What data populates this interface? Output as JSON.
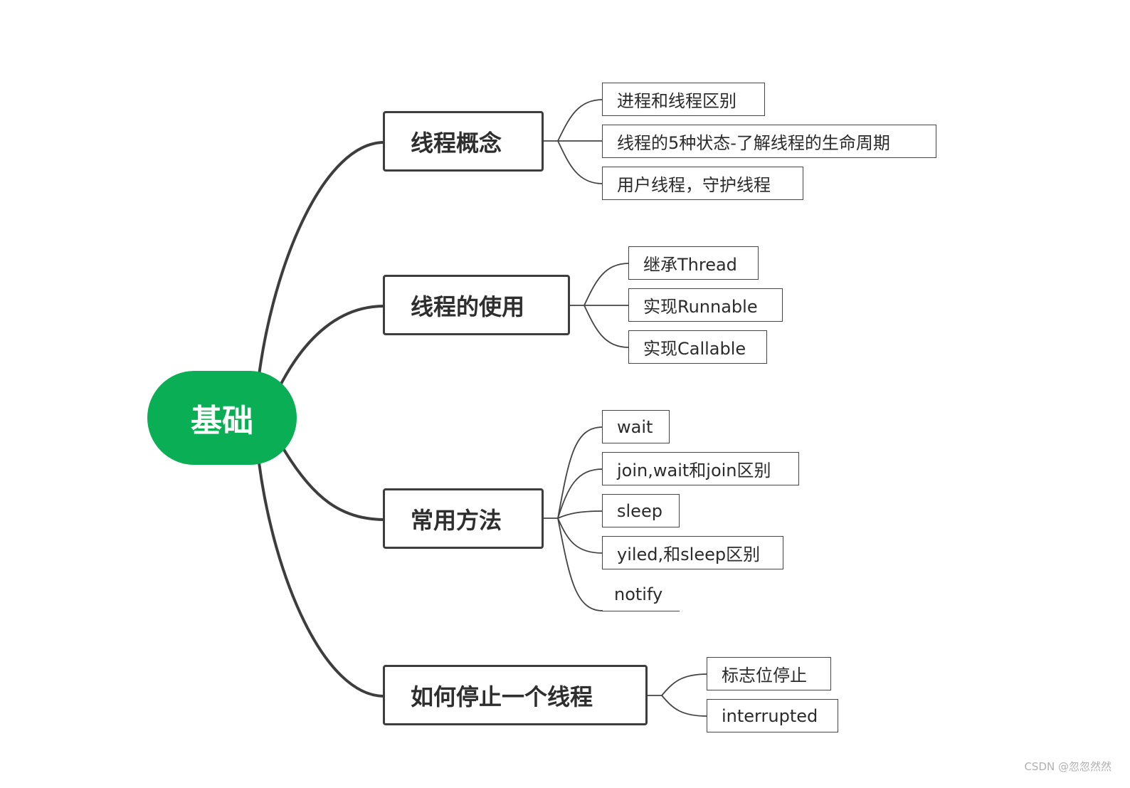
{
  "colors": {
    "root_fill": "#0aaf55",
    "root_text": "#ffffff",
    "line": "#3d3d3d",
    "box_border": "#444444"
  },
  "root": {
    "label": "基础"
  },
  "branches": [
    {
      "label": "线程概念",
      "children": [
        "进程和线程区别",
        "线程的5种状态-了解线程的生命周期",
        "用户线程，守护线程"
      ]
    },
    {
      "label": "线程的使用",
      "children": [
        "继承Thread",
        "实现Runnable",
        "实现Callable"
      ]
    },
    {
      "label": "常用方法",
      "children": [
        "wait",
        "join,wait和join区别",
        "sleep",
        "yiled,和sleep区别",
        "notify"
      ]
    },
    {
      "label": "如何停止一个线程",
      "children": [
        "标志位停止",
        "interrupted"
      ]
    }
  ],
  "watermark": "CSDN @忽忽然然"
}
